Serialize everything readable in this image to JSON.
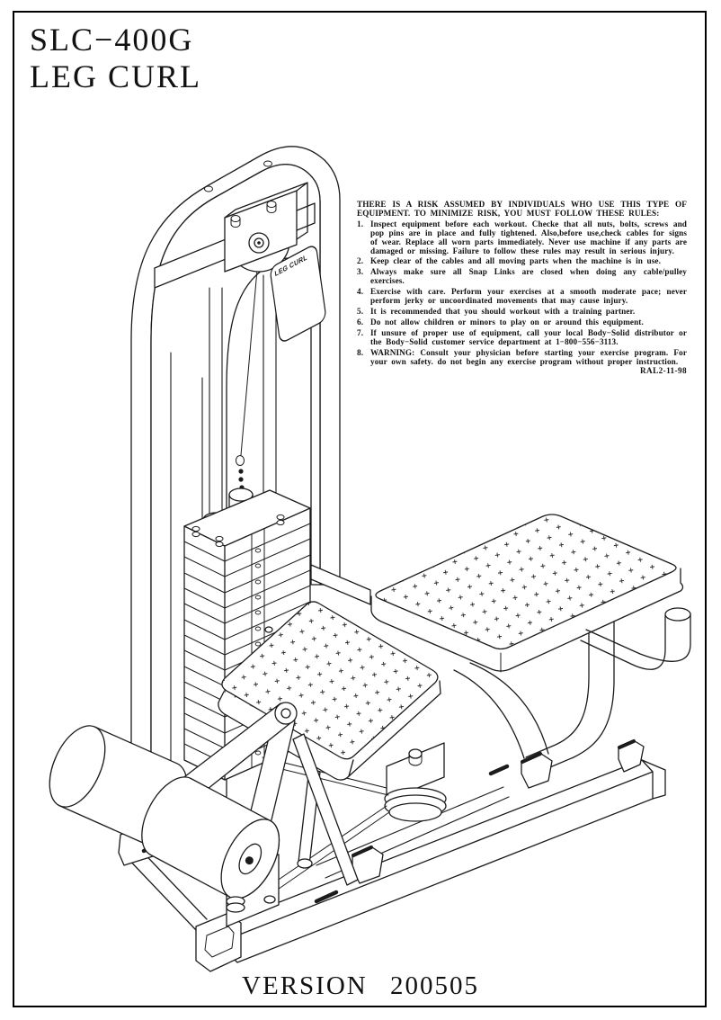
{
  "doc": {
    "model": "SLC−400G",
    "product": "LEG CURL",
    "version": "VERSION 200505"
  },
  "machine": {
    "placard": "LEG CURL"
  },
  "warning": {
    "header": "THERE IS A RISK ASSUMED BY INDIVIDUALS WHO USE THIS TYPE OF EQUIPMENT. TO MINIMIZE RISK, YOU MUST FOLLOW THESE RULES:",
    "rules": [
      {
        "num": "1.",
        "text": "Inspect equipment before each workout. Checke that all nuts, bolts, screws and pop pins are in place and fully tightened. Also,before use,check cables for signs of wear. Replace all worn parts immediately. Never use machine if any parts are damaged or missing. Failure to follow these rules may result in serious injury."
      },
      {
        "num": "2.",
        "text": "Keep clear of the cables and all moving parts when the machine is in use."
      },
      {
        "num": "3.",
        "text": "Always make sure all Snap Links are closed when doing any cable/pulley exercises."
      },
      {
        "num": "4.",
        "text": "Exercise with care. Perform your exercises at a smooth moderate pace; never perform jerky or uncoordinated movements that may cause injury."
      },
      {
        "num": "5.",
        "text": "It is recommended that you should workout with a training partner."
      },
      {
        "num": "6.",
        "text": "Do not allow children or minors to play on or around this equipment."
      },
      {
        "num": "7.",
        "text": "If unsure of proper use of equipment, call your local Body−Solid distributor or the Body−Solid customer service department at 1−800−556−3113."
      },
      {
        "num": "8.",
        "text": "WARNING: Consult your physician before starting your exercise program. For your own safety. do not begin any exercise program without proper instruction."
      }
    ],
    "revision": "RAL2-11-98"
  }
}
